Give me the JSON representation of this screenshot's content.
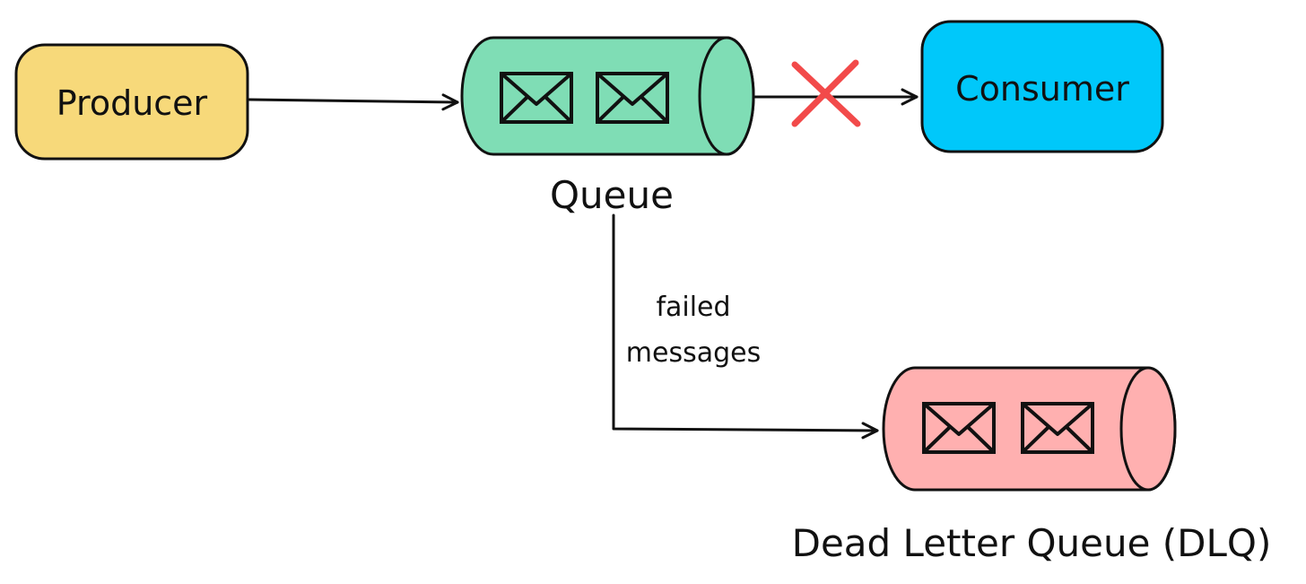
{
  "nodes": {
    "producer": {
      "label": "Producer",
      "color": "#F7D97A"
    },
    "consumer": {
      "label": "Consumer",
      "color": "#00C8FA"
    },
    "queue": {
      "label": "Queue",
      "color": "#7FDDB5"
    },
    "dlq": {
      "label": "Dead Letter Queue (DLQ)",
      "color": "#FFB0B0"
    }
  },
  "edges": {
    "failed_messages": {
      "line1": "failed",
      "line2": "messages"
    }
  },
  "colors": {
    "stroke": "#111111",
    "failure_mark": "#F24A4A"
  }
}
